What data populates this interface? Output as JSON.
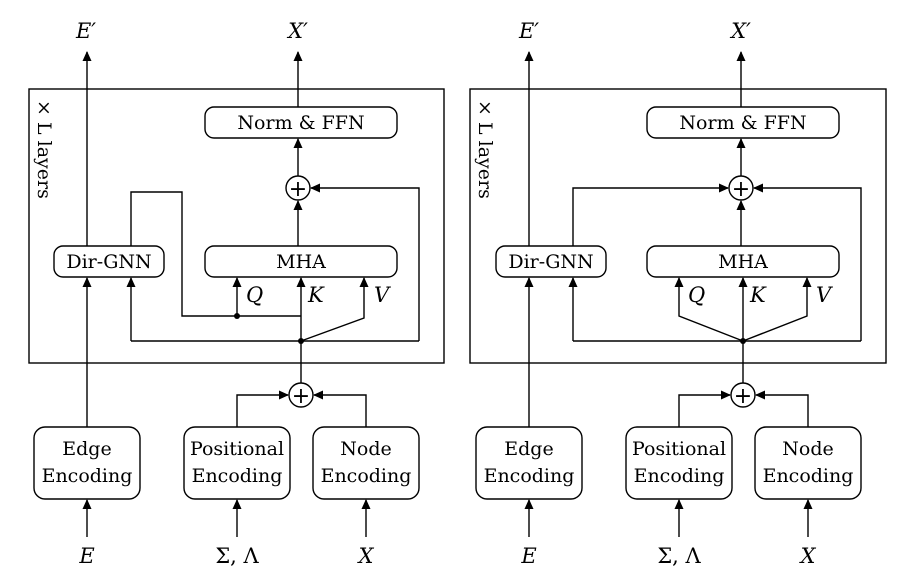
{
  "left": {
    "layers_label": "× L layers",
    "out_edge": "E′",
    "out_node": "X′",
    "norm_ffn": "Norm & FFN",
    "mha": "MHA",
    "dir_gnn": "Dir-GNN",
    "q": "Q",
    "k": "K",
    "v": "V",
    "edge_enc_1": "Edge",
    "edge_enc_2": "Encoding",
    "pos_enc_1": "Positional",
    "pos_enc_2": "Encoding",
    "node_enc_1": "Node",
    "node_enc_2": "Encoding",
    "in_edge": "E",
    "in_pos": "Σ, Λ",
    "in_node": "X",
    "plus_top": "+",
    "plus_bottom": "+"
  },
  "right": {
    "layers_label": "× L layers",
    "out_edge": "E′",
    "out_node": "X′",
    "norm_ffn": "Norm & FFN",
    "mha": "MHA",
    "dir_gnn": "Dir-GNN",
    "q": "Q",
    "k": "K",
    "v": "V",
    "edge_enc_1": "Edge",
    "edge_enc_2": "Encoding",
    "pos_enc_1": "Positional",
    "pos_enc_2": "Encoding",
    "node_enc_1": "Node",
    "node_enc_2": "Encoding",
    "in_edge": "E",
    "in_pos": "Σ, Λ",
    "in_node": "X",
    "plus_top": "+",
    "plus_bottom": "+"
  }
}
